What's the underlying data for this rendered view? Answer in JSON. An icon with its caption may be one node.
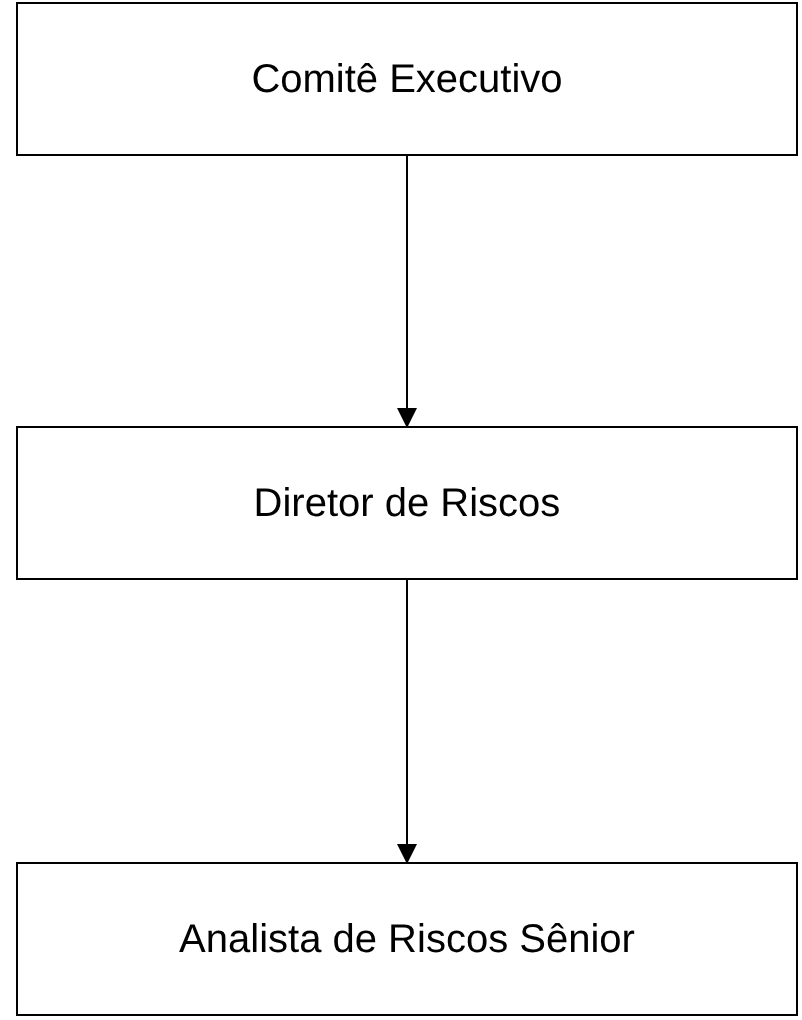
{
  "diagram": {
    "nodes": [
      {
        "text": [
          "Comitê Executivo"
        ]
      },
      {
        "text": [
          "Diretor de Riscos"
        ]
      },
      {
        "text": [
          "Analista de Riscos Sênior"
        ]
      }
    ],
    "edges": [
      {
        "from": 0,
        "to": 1,
        "arrow": "to"
      },
      {
        "from": 1,
        "to": 2,
        "arrow": "to"
      }
    ]
  }
}
